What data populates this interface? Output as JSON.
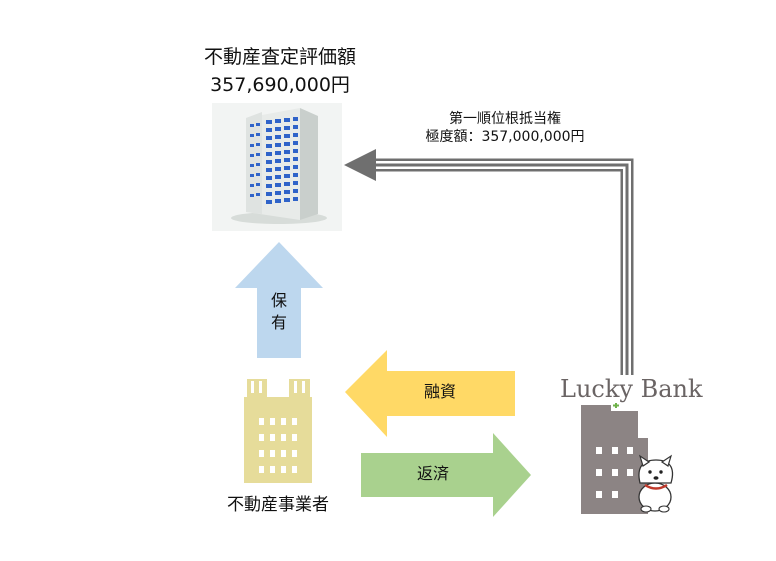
{
  "property": {
    "appraisal_label": "不動産査定評価額",
    "appraisal_value": "357,690,000円"
  },
  "mortgage": {
    "title": "第一順位根抵当権",
    "limit": "極度額：357,000,000円"
  },
  "ownership_arrow": {
    "label_line1": "保",
    "label_line2": "有",
    "color": "#bdd7ee"
  },
  "loan_arrow": {
    "label": "融資",
    "color": "#ffd966"
  },
  "repay_arrow": {
    "label": "返済",
    "color": "#a9d18e"
  },
  "company": {
    "label": "不動産事業者",
    "color": "#e6dc9a"
  },
  "bank": {
    "name": "Lucky Bank",
    "color": "#8c8484"
  }
}
